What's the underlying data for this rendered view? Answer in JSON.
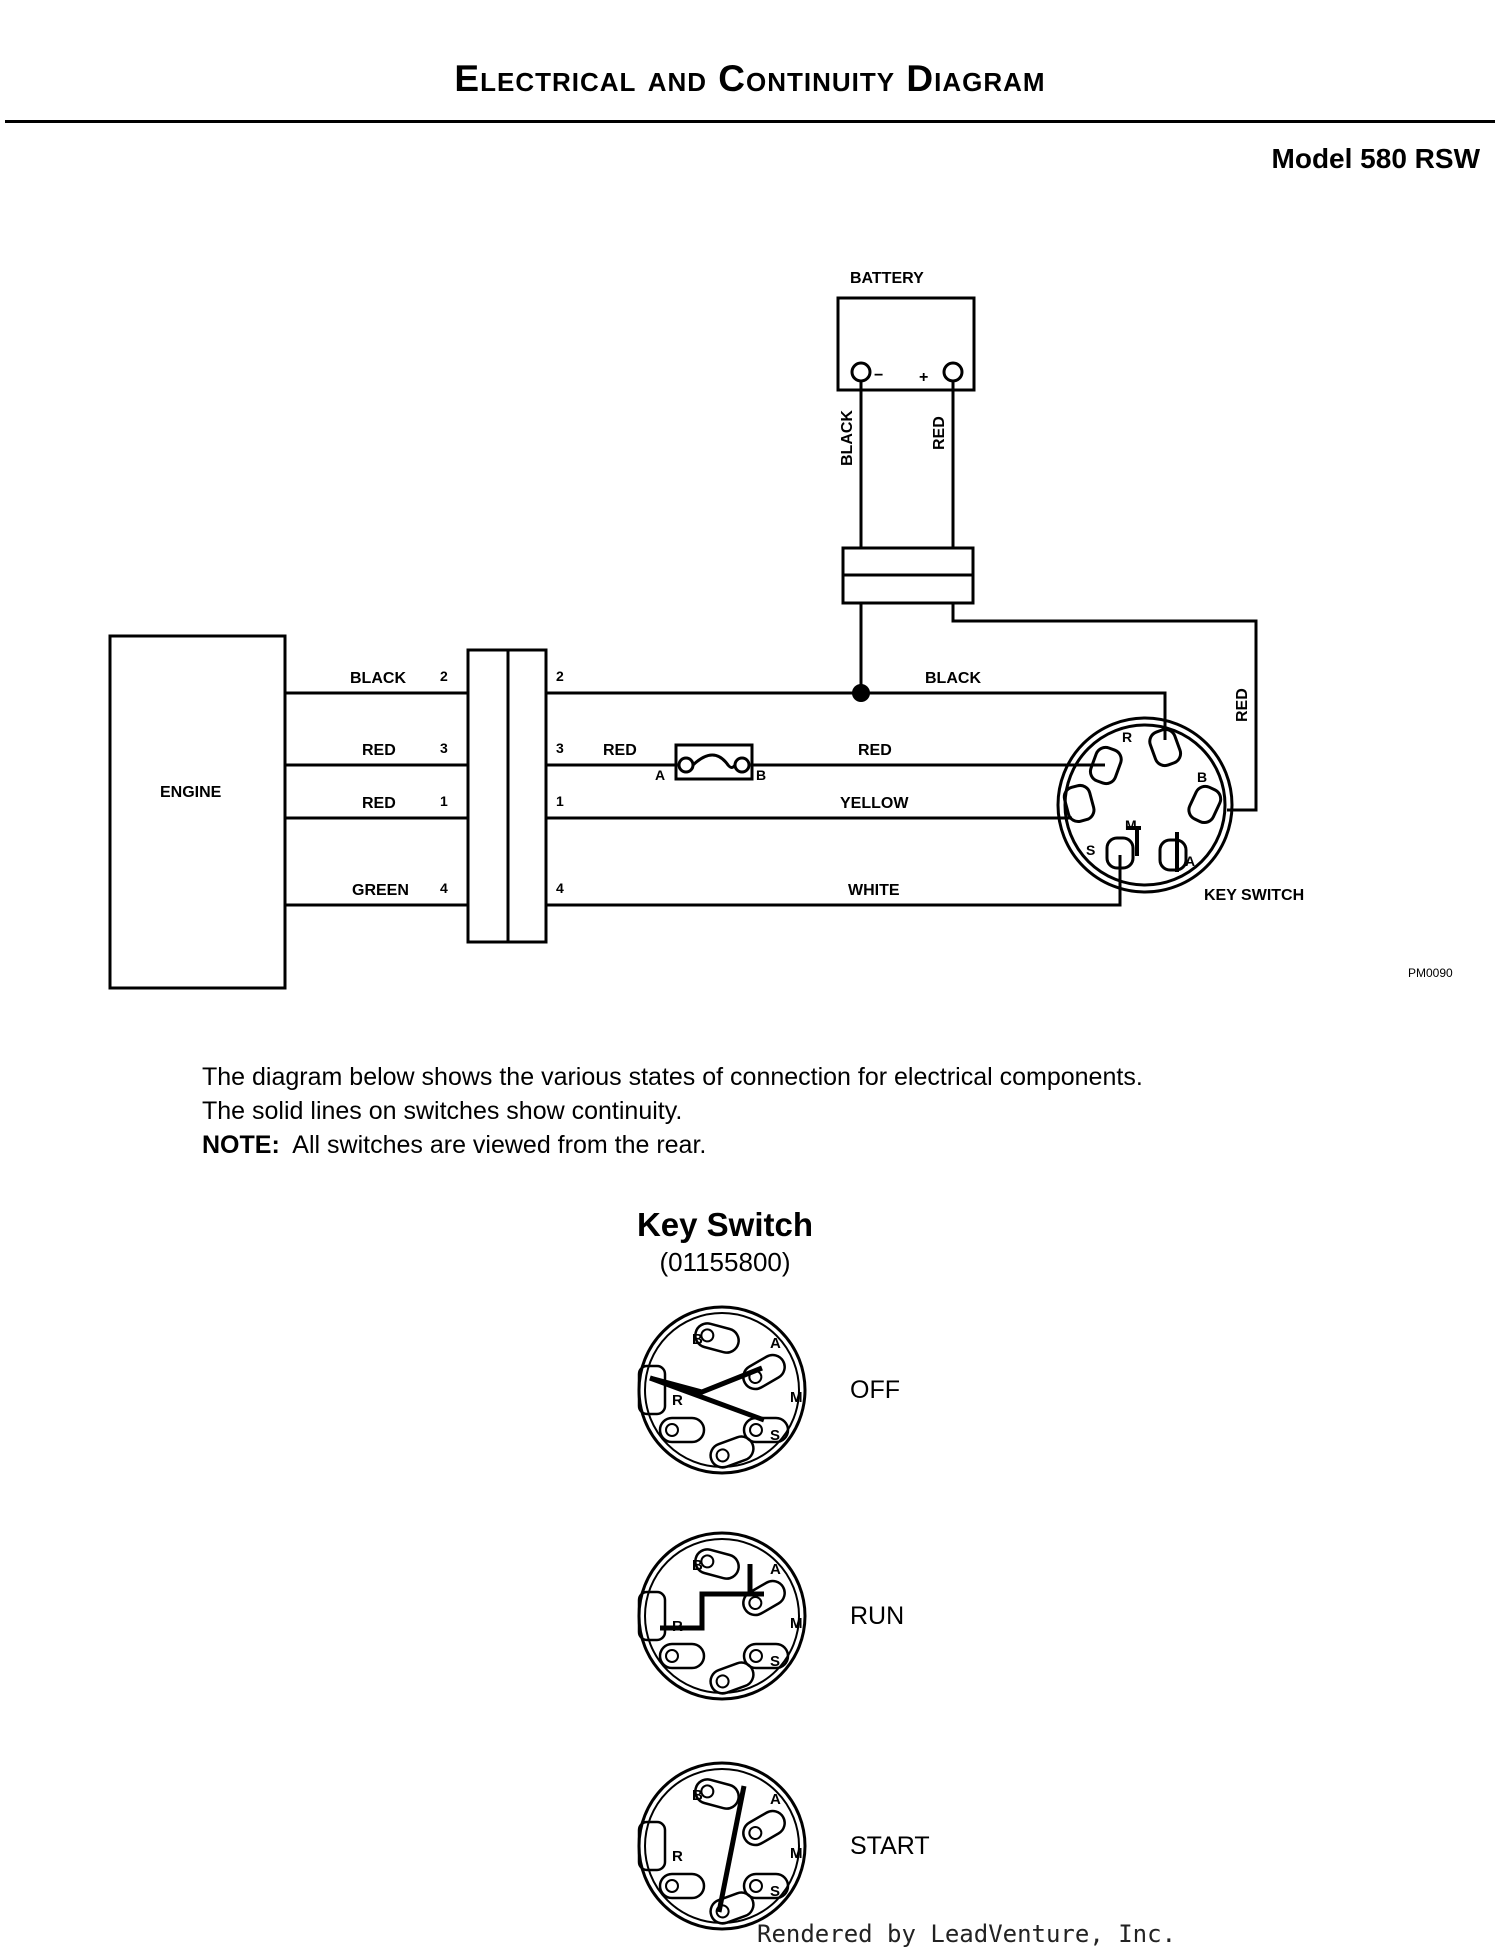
{
  "header": {
    "title": "Electrical and Continuity Diagram",
    "model": "Model 580 RSW"
  },
  "wiring": {
    "battery_label": "BATTERY",
    "battery_neg": "−",
    "battery_pos": "+",
    "battery_wire_neg": "BLACK",
    "battery_wire_pos": "RED",
    "engine_label": "ENGINE",
    "key_switch_label": "KEY SWITCH",
    "code": "PM0090",
    "engine_wires": [
      {
        "color": "BLACK",
        "pin": "2"
      },
      {
        "color": "RED",
        "pin": "3"
      },
      {
        "color": "RED",
        "pin": "1"
      },
      {
        "color": "GREEN",
        "pin": "4"
      }
    ],
    "harness_wires": [
      {
        "pin": "2",
        "color": "BLACK"
      },
      {
        "pin": "3",
        "color": "RED"
      },
      {
        "pin": "1",
        "color": "YELLOW"
      },
      {
        "pin": "4",
        "color": "WHITE"
      }
    ],
    "fuse_in_label": "RED",
    "fuse_a": "A",
    "fuse_b": "B",
    "switch_feed_wire": "RED",
    "switch_terminals": [
      "R",
      "B",
      "M",
      "S",
      "A"
    ]
  },
  "notes": {
    "line1": "The diagram below shows the various states of connection for electrical components.",
    "line2": "The solid lines on switches show continuity.",
    "note_label": "NOTE:",
    "note_text": "All switches are viewed from the rear."
  },
  "key_switch": {
    "title": "Key Switch",
    "part_number": "(01155800)",
    "terminal_labels": [
      "B",
      "A",
      "R",
      "M",
      "S"
    ],
    "states": [
      "OFF",
      "RUN",
      "START"
    ]
  },
  "footer": {
    "rendered_by": "Rendered by LeadVenture, Inc."
  }
}
